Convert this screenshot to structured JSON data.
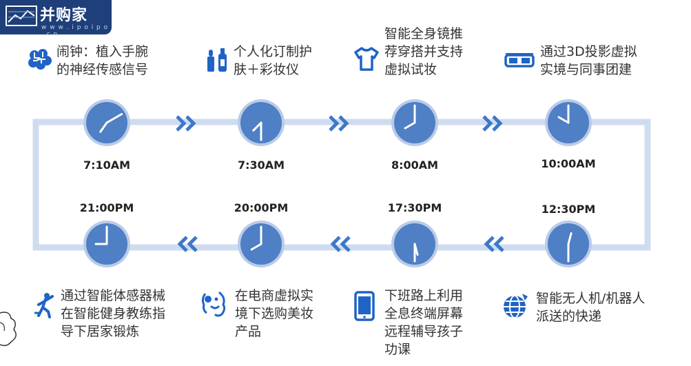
{
  "logo": {
    "title": "并购家",
    "url": "w w w . i p o i p o . c n"
  },
  "colors": {
    "track": "#cfdcf0",
    "clock": "#4f7fc4",
    "clock_ring": "#b9cbe8",
    "hand": "#ffffff",
    "arrow": "#3d78c9",
    "icon": "#1f63c6"
  },
  "timeline": {
    "top_row": [
      {
        "time": "7:10AM",
        "hour_angle": 215,
        "minute_angle": 60
      },
      {
        "time": "7:30AM",
        "hour_angle": 225,
        "minute_angle": 180
      },
      {
        "time": "8:00AM",
        "hour_angle": 240,
        "minute_angle": 0
      },
      {
        "time": "10:00AM",
        "hour_angle": 300,
        "minute_angle": 0
      }
    ],
    "bottom_row": [
      {
        "time": "21:00PM",
        "hour_angle": 270,
        "minute_angle": 0
      },
      {
        "time": "20:00PM",
        "hour_angle": 240,
        "minute_angle": 0
      },
      {
        "time": "17:30PM",
        "hour_angle": 165,
        "minute_angle": 180
      },
      {
        "time": "12:30PM",
        "hour_angle": 15,
        "minute_angle": 180
      }
    ]
  },
  "captions": {
    "c1": {
      "lines": [
        "闹钟：植入手腕",
        "的神经传感信号"
      ],
      "icon": "brain-icon"
    },
    "c2": {
      "lines": [
        "个人化订制护",
        "肤＋彩妆仪"
      ],
      "icon": "cosmetics-icon"
    },
    "c3": {
      "lines": [
        "智能全身镜推",
        "荐穿搭并支持",
        "虚拟试妆"
      ],
      "icon": "tshirt-icon"
    },
    "c4": {
      "lines": [
        "通过3D投影虚拟",
        "实境与同事团建"
      ],
      "icon": "vr-glasses-icon"
    },
    "c5": {
      "lines": [
        "通过智能体感器械",
        "在智能健身教练指",
        "导下居家锻炼"
      ],
      "icon": "exercise-icon"
    },
    "c6": {
      "lines": [
        "在电商虚拟实",
        "境下选购美妆",
        "产品"
      ],
      "icon": "face-icon"
    },
    "c7": {
      "lines": [
        "下班路上利用",
        "全息终端屏幕",
        "远程辅导孩子",
        "功课"
      ],
      "icon": "phone-icon"
    },
    "c8": {
      "lines": [
        "智能无人机/机器人",
        "派送的快递"
      ],
      "icon": "globe-icon"
    }
  }
}
